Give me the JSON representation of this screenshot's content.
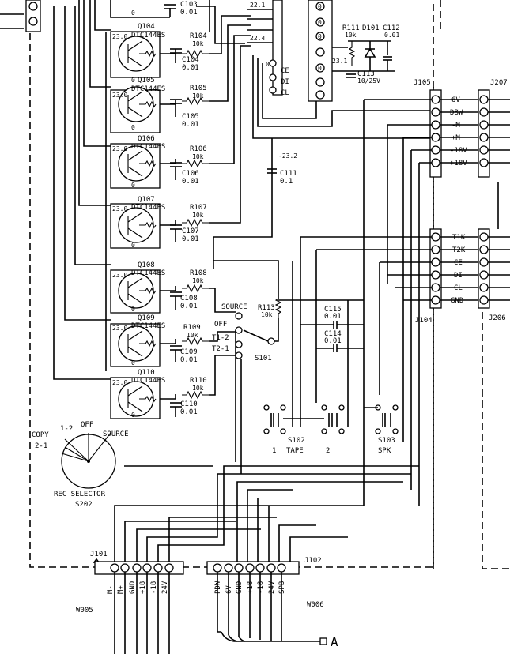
{
  "transistors": [
    {
      "ref": "Q104",
      "part": "DTC144ES",
      "volt": "23.0",
      "res_ref": "R104",
      "res_val": "10k",
      "cap_ref": "C104",
      "cap_val": "0.01"
    },
    {
      "ref": "Q105",
      "part": "DTC144ES",
      "volt": "23.0",
      "res_ref": "R105",
      "res_val": "10k",
      "cap_ref": "C105",
      "cap_val": "0.01"
    },
    {
      "ref": "Q106",
      "part": "DTC144ES",
      "volt": "23.0",
      "res_ref": "R106",
      "res_val": "10k",
      "cap_ref": "C106",
      "cap_val": "0.01"
    },
    {
      "ref": "Q107",
      "part": "DTC144ES",
      "volt": "23.0",
      "res_ref": "R107",
      "res_val": "10k",
      "cap_ref": "C107",
      "cap_val": "0.01"
    },
    {
      "ref": "Q108",
      "part": "DTC144ES",
      "volt": "23.0",
      "res_ref": "R108",
      "res_val": "10k",
      "cap_ref": "C108",
      "cap_val": "0.01"
    },
    {
      "ref": "Q109",
      "part": "DTC144ES",
      "volt": "23.0",
      "res_ref": "R109",
      "res_val": "10k",
      "cap_ref": "C109",
      "cap_val": "0.01"
    },
    {
      "ref": "Q110",
      "part": "DTC144ES",
      "volt": "23.0",
      "res_ref": "R110",
      "res_val": "10k",
      "cap_ref": "C110",
      "cap_val": "0.01"
    }
  ],
  "top": {
    "c103": "C103",
    "c103_val": "0.01",
    "q_emitter": "0",
    "v1": "22.1",
    "v2": "22.4",
    "r111": "R111",
    "r111_val": "10k",
    "d101": "D101",
    "c112": "C112",
    "c112_val": "0.01",
    "c113": "C113",
    "c113_val": "10/25V",
    "v231": "23.1",
    "pin_ce": "CE",
    "pin_di": "DI",
    "pin_cl": "CL",
    "ic_pins": [
      "0",
      "0",
      "0",
      "0",
      "0"
    ],
    "v_neg": "-23.2",
    "c111": "C111",
    "c111_val": "0.1"
  },
  "j105": {
    "ref": "J105",
    "pins": [
      "6V",
      "DBW",
      "-M",
      "+M",
      "-18V",
      "+18V"
    ]
  },
  "j207": {
    "ref": "J207"
  },
  "j104": {
    "ref": "J104",
    "pins": [
      "T1K",
      "T2K",
      "CE",
      "DI",
      "CL",
      "GND"
    ]
  },
  "j206": {
    "ref": "J206"
  },
  "source_switch": {
    "labels": [
      "SOURCE",
      "OFF",
      "T1-2",
      "T2-1"
    ],
    "ref": "S101",
    "r113": "R113",
    "r113_val": "10k",
    "c115": "C115",
    "c115_val": "0.01",
    "c114": "C114",
    "c114_val": "0.01"
  },
  "rec_selector": {
    "labels": [
      "1-2",
      "OFF",
      "COPY",
      "2-1",
      "SOURCE"
    ],
    "title": "REC SELECTOR",
    "ref": "S202"
  },
  "s102": {
    "ref": "S102",
    "sub": [
      "1",
      "TAPE",
      "2"
    ]
  },
  "s103": {
    "ref": "S103",
    "sub": "SPK"
  },
  "j101": {
    "ref": "J101",
    "pins": [
      "M-",
      "M+",
      "GND",
      "+18",
      "-18",
      "24V"
    ],
    "wire": "W005"
  },
  "j102": {
    "ref": "J102",
    "pins": [
      "PDW",
      "6V",
      "GND",
      "+18",
      "-18",
      "24V",
      "SPB"
    ],
    "wire": "W006"
  },
  "terminal": "A"
}
